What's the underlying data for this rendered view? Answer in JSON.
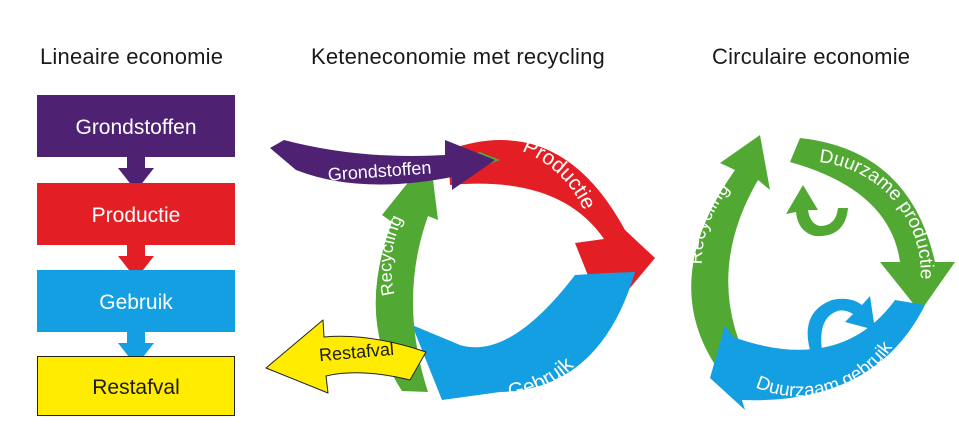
{
  "colors": {
    "purple": "#4e2173",
    "red": "#e31e24",
    "blue": "#139fe1",
    "yellow": "#ffec00",
    "green": "#51a933",
    "text_dark": "#1a1a1a",
    "text_light": "#ffffff"
  },
  "linear": {
    "title": "Lineaire economie",
    "steps": [
      "Grondstoffen",
      "Productie",
      "Gebruik",
      "Restafval"
    ]
  },
  "chain": {
    "title": "Keteneconomie met recycling",
    "input_label": "Grondstoffen",
    "production_label": "Productie",
    "use_label": "Gebruik",
    "recycling_label": "Recycling",
    "waste_label": "Restafval"
  },
  "circular": {
    "title": "Circulaire economie",
    "recycling_label": "Recycling",
    "production_label": "Duurzame productie",
    "use_label": "Duurzaam gebruik"
  }
}
